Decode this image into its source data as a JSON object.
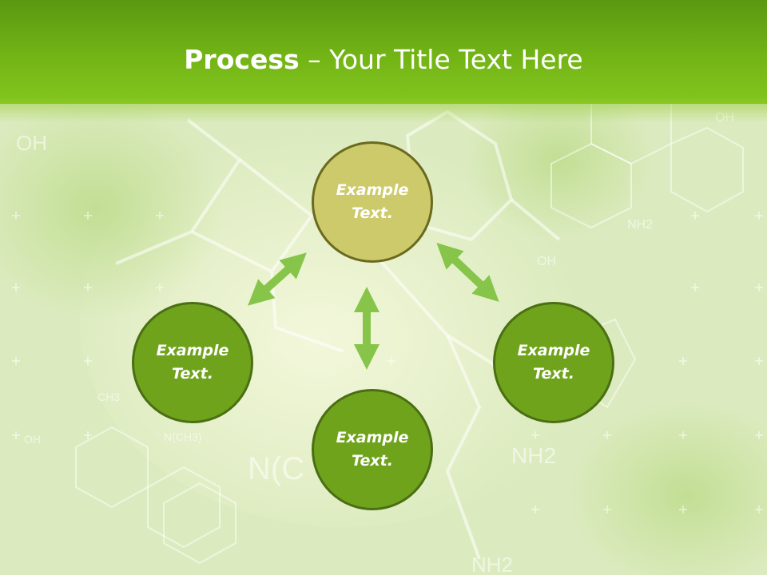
{
  "slide": {
    "title_bold": "Process",
    "title_rest": " – Your Title Text Here"
  },
  "nodes": {
    "top": {
      "text": "Example Text."
    },
    "left": {
      "text": "Example Text."
    },
    "right": {
      "text": "Example Text."
    },
    "bottom": {
      "text": "Example Text."
    }
  },
  "background_labels": [
    "OH",
    "OH",
    "OH",
    "OH",
    "NH2",
    "NH2",
    "NH2",
    "N(CH3)",
    "N(C",
    "CH3"
  ],
  "colors": {
    "header": "#73b416",
    "node_fill": "#6fa31c",
    "node_top_fill": "#cdca6b",
    "arrow": "#86c44a"
  }
}
